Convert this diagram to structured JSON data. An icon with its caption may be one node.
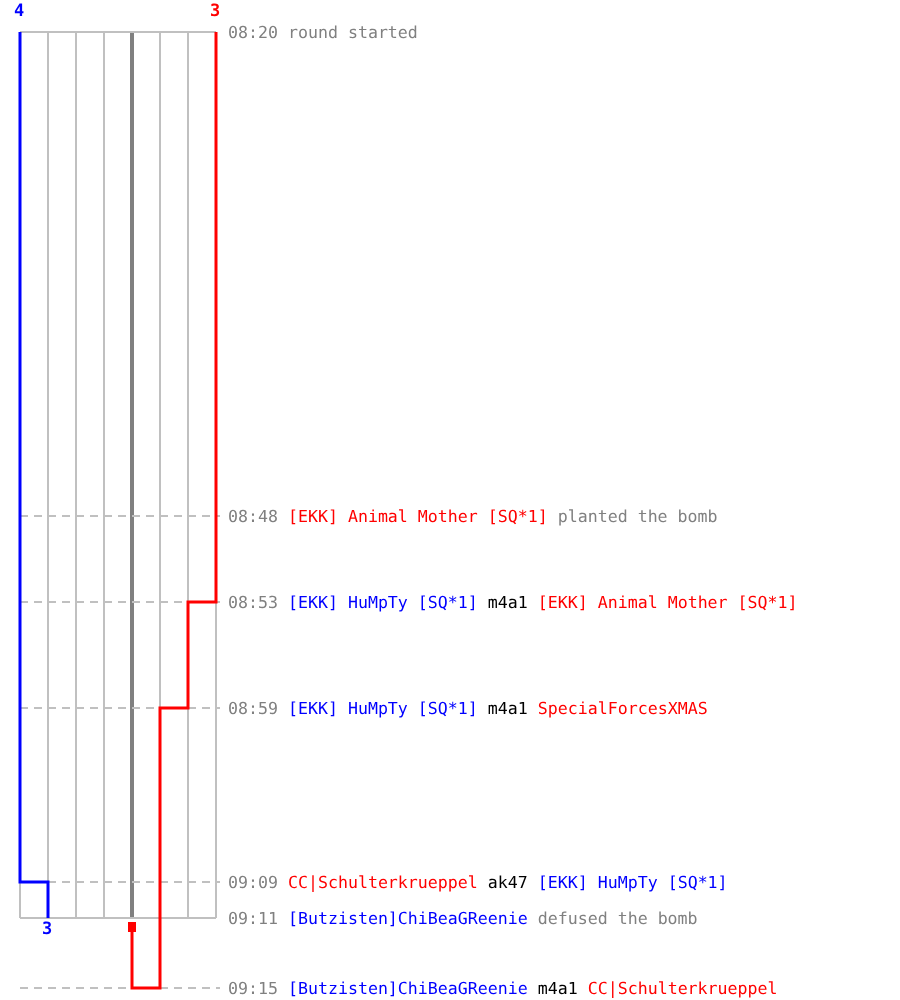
{
  "diagram": {
    "labels": [
      "4",
      "3",
      "08:20",
      "round started",
      "08:48",
      "[EKK] Animal Mother [SQ*1]",
      "planted the bomb",
      "08:53",
      "[EKK] HuMpTy [SQ*1]",
      "m4a1",
      "[EKK] Animal Mother [SQ*1]",
      "08:59",
      "[EKK] HuMpTy [SQ*1]",
      "m4a1",
      "SpecialForcesXMAS",
      "09:09",
      "CC|Schulterkrueppel",
      "ak47",
      "[EKK] HuMpTy [SQ*1]",
      "09:11",
      "[Butzisten]ChiBeaGReenie",
      "defused the bomb",
      "3",
      "09:15",
      "[Butzisten]ChiBeaGReenie",
      "m4a1",
      "CC|Schulterkrueppel"
    ]
  }
}
